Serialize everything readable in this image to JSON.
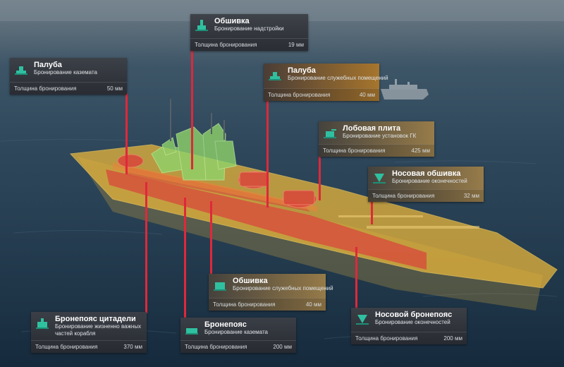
{
  "colors": {
    "citadel_red": "#e0283a",
    "extremity_yellow": "#e8b53a",
    "superstructure_green": "#8fd36a",
    "icon_teal": "#2fc0a0"
  },
  "footer_label": "Толщина бронирования",
  "cards": [
    {
      "id": "deck-casemate",
      "title": "Палуба",
      "subtitle": "Бронирование каземата",
      "value": "50",
      "unit": "мм",
      "icon": "armor-deck-icon"
    },
    {
      "id": "plating-superstructure",
      "title": "Обшивка",
      "subtitle": "Бронирование надстройки",
      "value": "19",
      "unit": "мм",
      "icon": "armor-superstructure-icon"
    },
    {
      "id": "deck-service",
      "title": "Палуба",
      "subtitle": "Бронирование служебных помещений",
      "value": "40",
      "unit": "мм",
      "icon": "armor-deck-icon"
    },
    {
      "id": "face-plate",
      "title": "Лобовая плита",
      "subtitle": "Бронирование установок ГК",
      "value": "425",
      "unit": "мм",
      "icon": "armor-turret-icon"
    },
    {
      "id": "bow-plating",
      "title": "Носовая обшивка",
      "subtitle": "Бронирование оконечностей",
      "value": "32",
      "unit": "мм",
      "icon": "armor-bow-icon"
    },
    {
      "id": "plating-service",
      "title": "Обшивка",
      "subtitle": "Бронирование служебных помещений",
      "value": "40",
      "unit": "мм",
      "icon": "armor-plating-icon"
    },
    {
      "id": "citadel-belt",
      "title": "Бронепояс цитадели",
      "subtitle": "Бронирование жизненно важных частей корабля",
      "value": "370",
      "unit": "мм",
      "icon": "armor-citadel-icon"
    },
    {
      "id": "belt-casemate",
      "title": "Бронепояс",
      "subtitle": "Бронирование каземата",
      "value": "200",
      "unit": "мм",
      "icon": "armor-belt-icon"
    },
    {
      "id": "bow-belt",
      "title": "Носовой бронепояс",
      "subtitle": "Бронирование оконечностей",
      "value": "200",
      "unit": "мм",
      "icon": "armor-bow-icon"
    }
  ]
}
